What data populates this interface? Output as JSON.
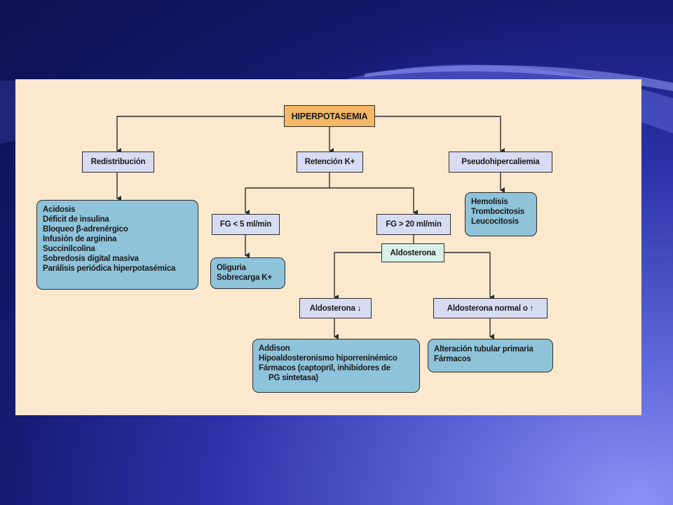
{
  "root": "HIPERPOTASEMIA",
  "categories": {
    "redistribucion": "Redistribución",
    "retencion": "Retención K+",
    "pseudo": "Pseudohipercaliemia"
  },
  "redistribucion_causes": [
    "Acidosis",
    "Déficit de insulina",
    "Bloqueo β-adrenérgico",
    "Infusión de arginina",
    "Succinilcolina",
    "Sobredosis digital masiva",
    "Parálisis periódica hiperpotasémica"
  ],
  "pseudo_causes": [
    "Hemolisis",
    "Trombocitosis",
    "Leucocitosis"
  ],
  "fg_low": "FG < 5 ml/min",
  "fg_high": "FG > 20 ml/min",
  "fg_low_causes": [
    "Oliguria",
    "Sobrecarga K+"
  ],
  "aldosterona": "Aldosterona",
  "aldo_low": "Aldosterona ↓",
  "aldo_high": "Aldosterona normal o ↑",
  "aldo_low_causes": [
    "Addison",
    "Hipoaldosteronismo hiporreninémico",
    "Fármacos (captopril, inhibidores de",
    "PG sintetasa)"
  ],
  "aldo_high_causes": [
    "Alteración tubular primaria",
    "Fármacos"
  ],
  "colors": {
    "panel_bg": "#fbe8cd",
    "root_box": "#f5b866",
    "category_box": "#d7dcf3",
    "list_box": "#8ec3da",
    "aldosterona_box": "#d9f0ea"
  }
}
